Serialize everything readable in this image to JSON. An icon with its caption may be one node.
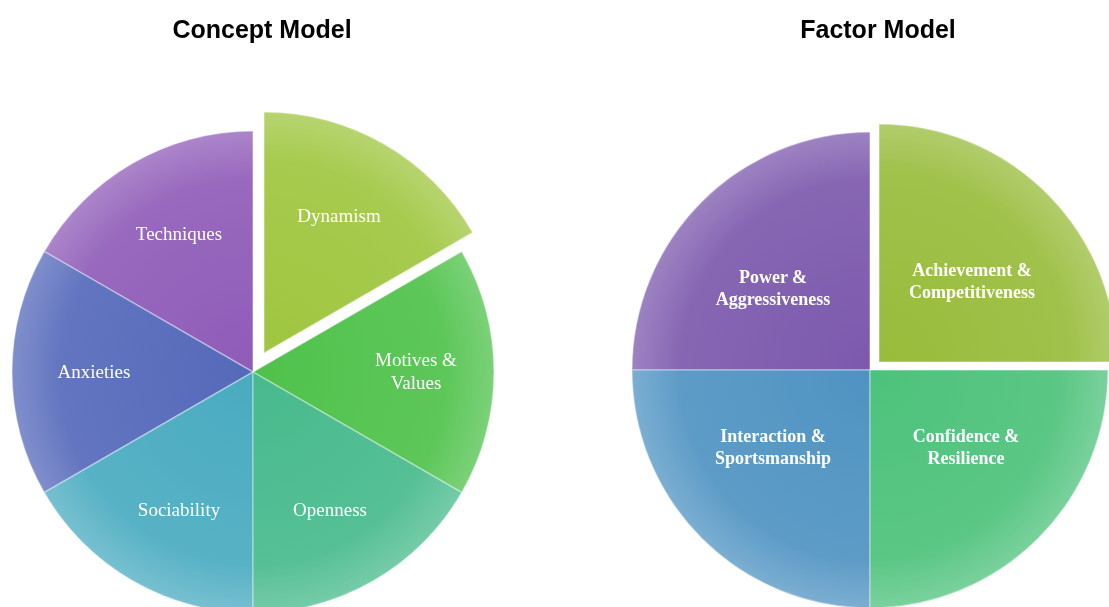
{
  "diagram": {
    "nodes": [
      {
        "text": [
          "Techniques"
        ]
      },
      {
        "text": [
          "Dynamism"
        ]
      },
      {
        "text": [
          "Motives & Values"
        ]
      },
      {
        "text": [
          "Anxieties"
        ]
      },
      {
        "text": [
          "Sociability"
        ]
      },
      {
        "text": [
          "Openness"
        ]
      },
      {
        "text": [
          "Power & Aggressiveness"
        ]
      },
      {
        "text": [
          "Achievement & Competitiveness"
        ]
      },
      {
        "text": [
          "Interaction & Sportsmanship"
        ]
      },
      {
        "text": [
          "Confidence & Resilience"
        ]
      }
    ],
    "labels": [
      "Concept Model",
      "Factor Model"
    ]
  }
}
